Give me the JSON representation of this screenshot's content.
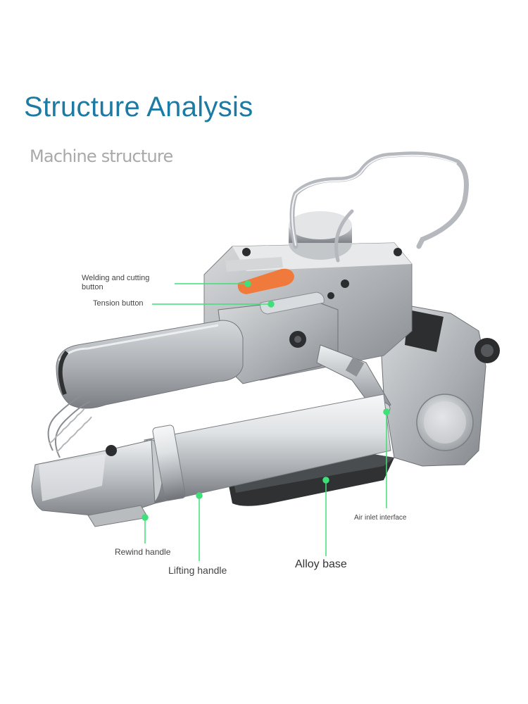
{
  "title": "Structure Analysis",
  "subtitle": "Machine structure",
  "callouts": {
    "welding_line1": "Welding and cutting",
    "welding_line2": "button",
    "tension": "Tension button",
    "air_inlet": "Air inlet interface",
    "rewind": "Rewind handle",
    "lifting": "Lifting handle",
    "alloy": "Alloy base"
  },
  "colors": {
    "title": "#1d7aa3",
    "subtitle": "#a9a9a9",
    "leader_line": "#3fe07a",
    "button_orange": "#f07a3c"
  }
}
